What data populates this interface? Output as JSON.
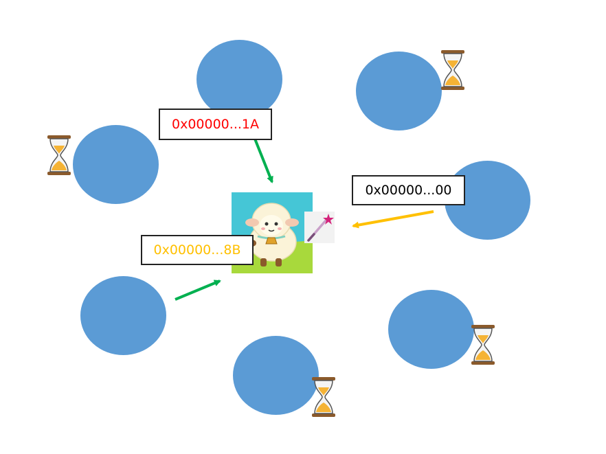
{
  "colors": {
    "node": "#5b9bd5",
    "green": "#00b050",
    "orange": "#ffc000",
    "red": "#ff0000",
    "black": "#000000"
  },
  "labels": {
    "top": "0x00000...1A",
    "right": "0x00000...00",
    "left": "0x00000...8B"
  },
  "icons": {
    "center": "sheep-icon",
    "wand": "magic-wand-icon",
    "timer": "hourglass-icon"
  }
}
